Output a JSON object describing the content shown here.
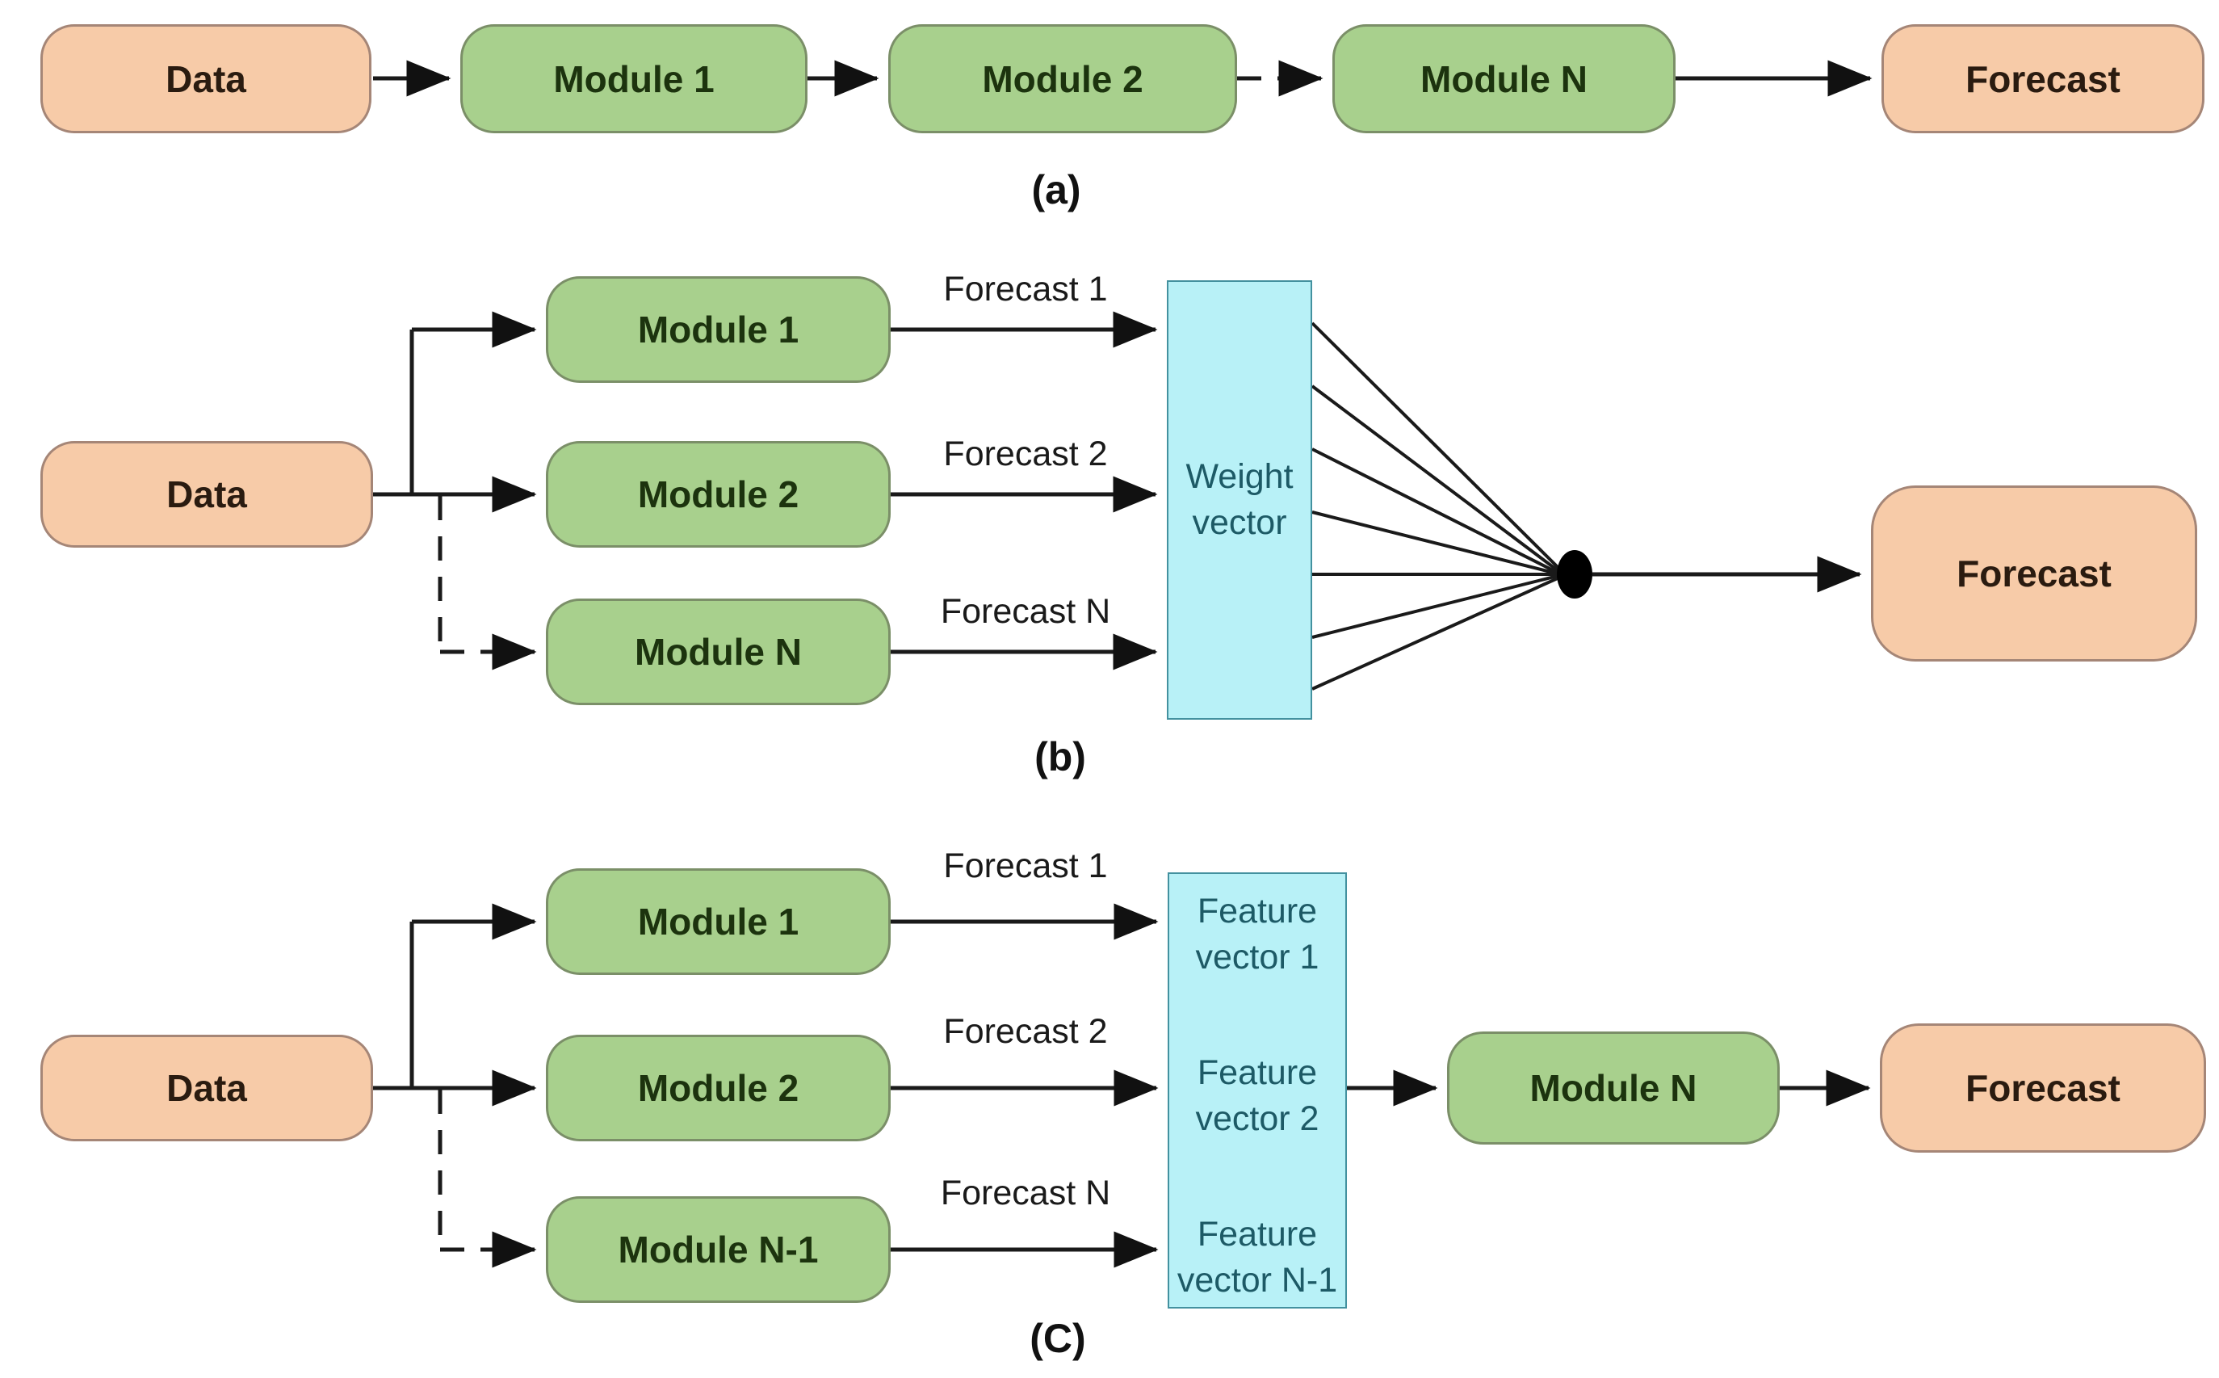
{
  "colors": {
    "data_forecast_fill": "#F7CBA8",
    "module_fill": "#A8D08D",
    "vector_fill": "#B8F1F7",
    "line_color": "#1a1a1a"
  },
  "a": {
    "label": "(a)",
    "data": "Data",
    "module1": "Module 1",
    "module2": "Module 2",
    "moduleN": "Module N",
    "forecast": "Forecast"
  },
  "b": {
    "label": "(b)",
    "data": "Data",
    "module1": "Module 1",
    "module2": "Module 2",
    "moduleN": "Module N",
    "weight_vector": "Weight vector",
    "forecast": "Forecast",
    "forecast1": "Forecast 1",
    "forecast2": "Forecast 2",
    "forecastN": "Forecast N"
  },
  "c": {
    "label": "(C)",
    "data": "Data",
    "module1": "Module 1",
    "module2": "Module 2",
    "moduleN_minus1": "Module N-1",
    "feature1": "Feature vector 1",
    "feature2": "Feature vector 2",
    "featureN1": "Feature vector N-1",
    "moduleN": "Module N",
    "forecast": "Forecast",
    "forecast1": "Forecast 1",
    "forecast2": "Forecast 2",
    "forecastN": "Forecast N"
  }
}
